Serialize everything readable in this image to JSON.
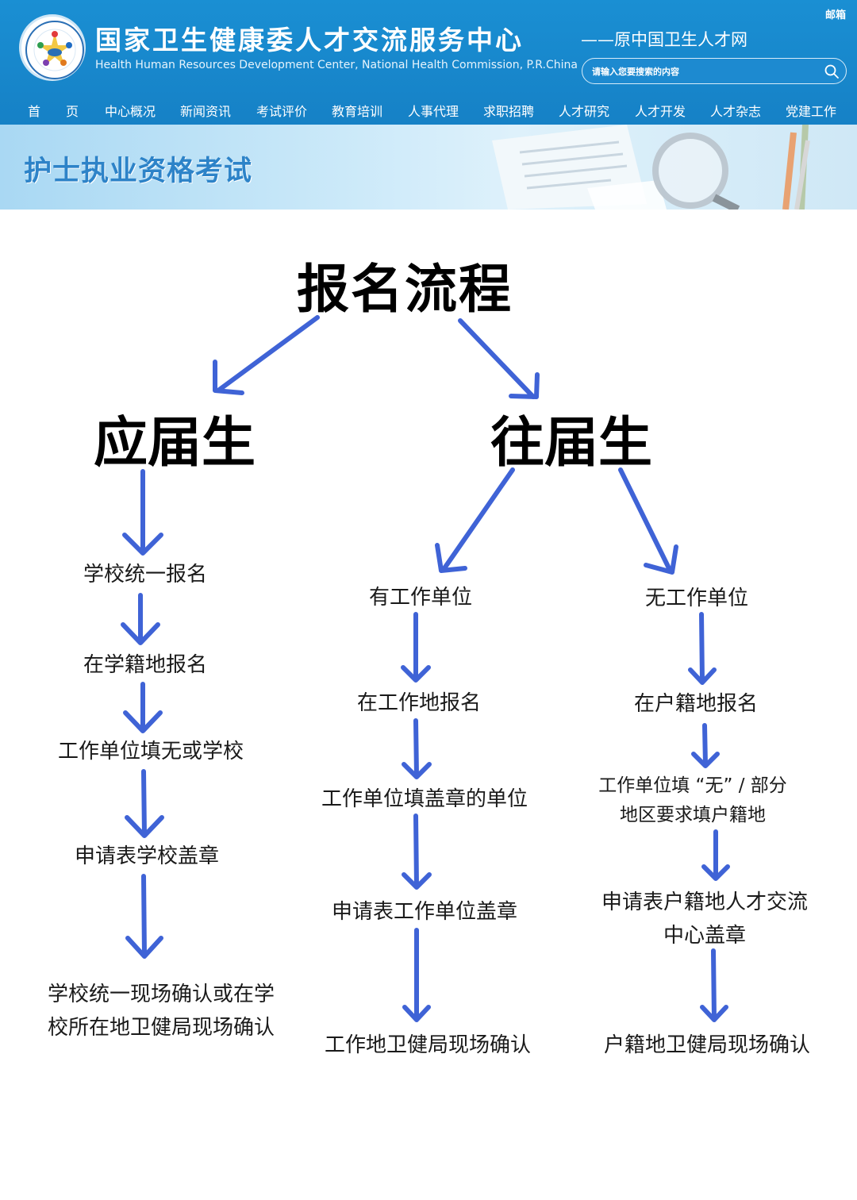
{
  "header": {
    "site_title": "国家卫生健康委人才交流服务中心",
    "site_subtitle": "Health Human Resources Development Center, National Health Commission, P.R.China",
    "former_name": "——原中国卫生人才网",
    "mail_link": "邮箱",
    "search": {
      "placeholder": "请输入您要搜索的内容"
    },
    "nav": [
      "首",
      "页",
      "中心概况",
      "新闻资讯",
      "考试评价",
      "教育培训",
      "人事代理",
      "求职招聘",
      "人才研究",
      "人才开发",
      "人才杂志",
      "党建工作"
    ]
  },
  "banner": {
    "title": "护士执业资格考试"
  },
  "flow": {
    "title": "报名流程",
    "branches": {
      "fresh_graduate": {
        "label": "应届生",
        "steps": [
          "学校统一报名",
          "在学籍地报名",
          "工作单位填无或学校",
          "申请表学校盖章",
          "学校统一现场确认或在学",
          "校所在地卫健局现场确认"
        ]
      },
      "past_graduate": {
        "label": "往届生",
        "employed": {
          "label": "有工作单位",
          "steps": [
            "在工作地报名",
            "工作单位填盖章的单位",
            "申请表工作单位盖章",
            "工作地卫健局现场确认"
          ]
        },
        "unemployed": {
          "label": "无工作单位",
          "steps": [
            "在户籍地报名",
            "工作单位填 “无” / 部分",
            "地区要求填户籍地",
            "申请表户籍地人才交流",
            "中心盖章",
            "户籍地卫健局现场确认"
          ]
        }
      }
    },
    "arrow_color": "#3f63d6"
  }
}
